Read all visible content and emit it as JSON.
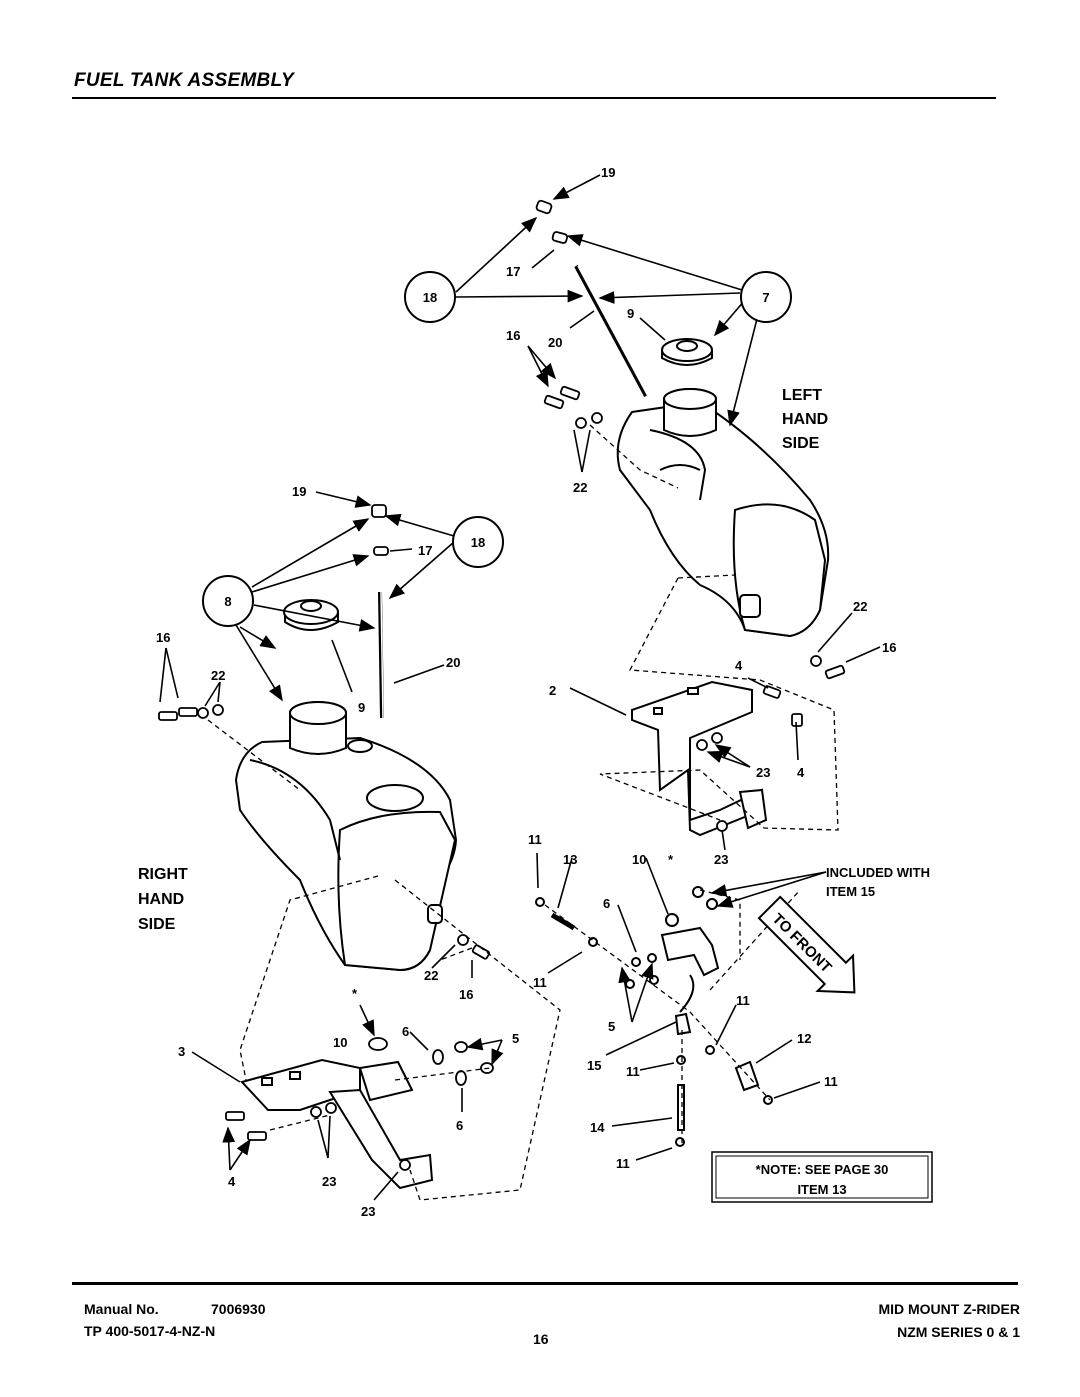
{
  "page": {
    "title": "FUEL TANK ASSEMBLY"
  },
  "diagram": {
    "left_side_label": [
      "LEFT",
      "HAND",
      "SIDE"
    ],
    "right_side_label": [
      "RIGHT",
      "HAND",
      "SIDE"
    ],
    "included_note": [
      "INCLUDED WITH",
      "ITEM 15"
    ],
    "to_front": "TO FRONT",
    "note_box": [
      "*NOTE: SEE PAGE 30",
      "ITEM 13"
    ],
    "callouts": {
      "c18_top": "18",
      "c7": "7",
      "c18_right": "18",
      "c8": "8"
    },
    "numbers": {
      "n19a": "19",
      "n17a": "17",
      "n9a": "9",
      "n16a": "16",
      "n20a": "20",
      "n22a": "22",
      "n19b": "19",
      "n17b": "17",
      "n16b": "16",
      "n22b": "22",
      "n20b": "20",
      "n9b": "9",
      "n22c": "22",
      "n16c": "16",
      "n4a": "4",
      "n2": "2",
      "n23a": "23",
      "n4b": "4",
      "n11a": "11",
      "n13": "13",
      "n10a": "10",
      "n23b": "23",
      "n6a": "6",
      "n11b": "11",
      "n22d": "22",
      "n16d": "16",
      "n11c": "11",
      "n12": "12",
      "n5a": "5",
      "n15": "15",
      "n11d": "11",
      "n11e": "11",
      "n14": "14",
      "n11f": "11",
      "n3": "3",
      "n10b": "10",
      "n6b": "6",
      "n5b": "5",
      "n6c": "6",
      "n4c": "4",
      "n23c": "23",
      "n23d": "23",
      "stara": "*",
      "starb": "*"
    }
  },
  "footer": {
    "manual_label": "Manual No.",
    "manual_no": "7006930",
    "tp_no": "TP 400-5017-4-NZ-N",
    "page_no": "16",
    "product": "MID MOUNT Z-RIDER",
    "series": "NZM SERIES 0 & 1"
  }
}
